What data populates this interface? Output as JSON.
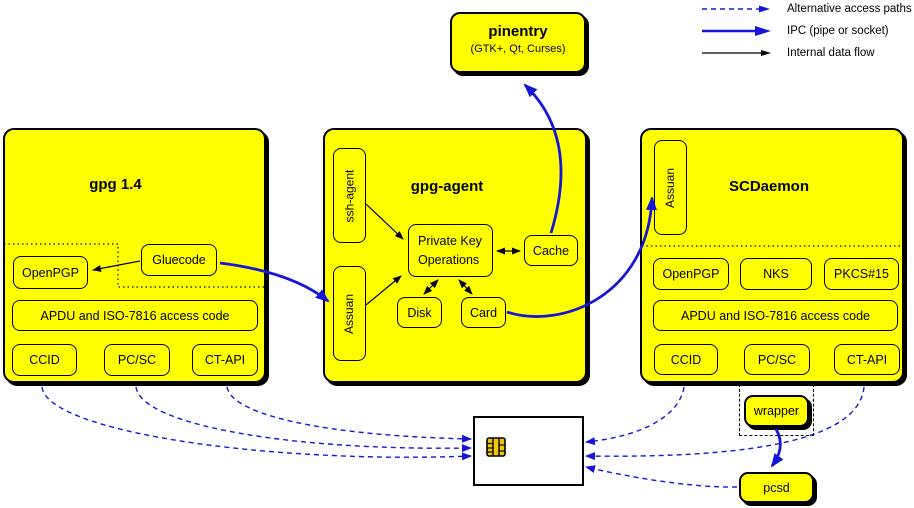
{
  "legend": {
    "items": [
      {
        "label": "Alternative access paths",
        "style": "dashed-blue-arrow"
      },
      {
        "label": "IPC (pipe or socket)",
        "style": "thick-blue-arrow"
      },
      {
        "label": "Internal data flow",
        "style": "thin-black-arrow"
      }
    ]
  },
  "pinentry": {
    "title": "pinentry",
    "subtitle": "(GTK+, Qt, Curses)"
  },
  "gpg14": {
    "title": "gpg 1.4",
    "openpgp": "OpenPGP",
    "gluecode": "Gluecode",
    "apdu": "APDU and ISO-7816 access code",
    "ccid": "CCID",
    "pcsc": "PC/SC",
    "ctapi": "CT-API"
  },
  "gpg_agent": {
    "title": "gpg-agent",
    "ssh_agent": "ssh-agent",
    "assuan": "Assuan",
    "private_key_ops_line1": "Private Key",
    "private_key_ops_line2": "Operations",
    "cache": "Cache",
    "disk": "Disk",
    "card": "Card"
  },
  "scdaemon": {
    "title": "SCDaemon",
    "assuan": "Assuan",
    "openpgp": "OpenPGP",
    "nks": "NKS",
    "pkcs15": "PKCS#15",
    "apdu": "APDU and ISO-7816 access code",
    "ccid": "CCID",
    "pcsc": "PC/SC",
    "ctapi": "CT-API"
  },
  "external": {
    "wrapper": "wrapper",
    "pcsd": "pcsd"
  },
  "smartcard": {
    "icon": "smartcard-chip-icon"
  },
  "colors": {
    "box_fill": "#ffff00",
    "border": "#000000",
    "ipc_blue": "#1616d9",
    "alt_path_blue": "#1616d9",
    "chip_gold": "#f0c400",
    "card_fill": "#ffffff"
  }
}
